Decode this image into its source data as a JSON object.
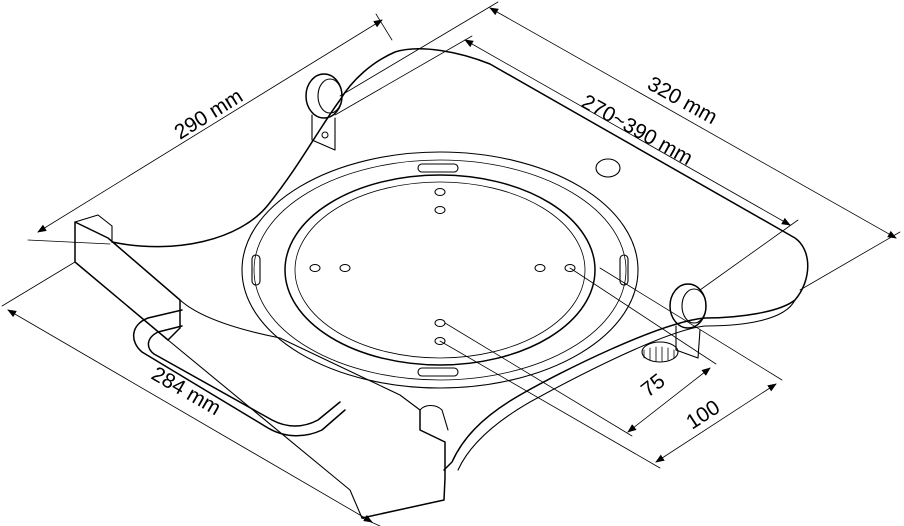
{
  "dimensions": {
    "plate_depth": "290 mm",
    "plate_width": "320 mm",
    "adjustable_width": "270~390 mm",
    "front_length": "284 mm",
    "vesa_small": "75",
    "vesa_large": "100"
  }
}
